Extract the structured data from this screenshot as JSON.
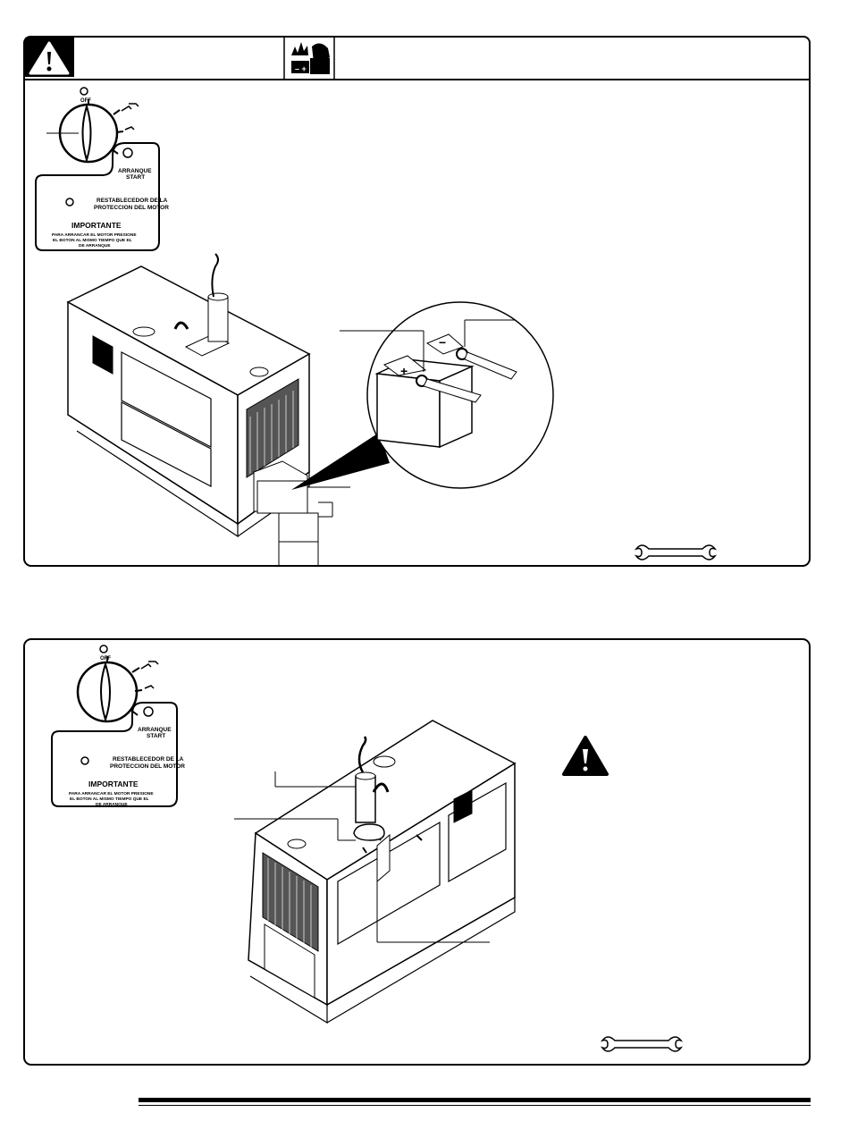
{
  "switch_label": {
    "off": "OFF",
    "start_es": "ARRANQUE",
    "start_en": "START"
  },
  "reset_label": {
    "line1": "RESTABLECEDOR DE LA",
    "line2": "PROTECCION DEL MOTOR"
  },
  "important": {
    "title": "IMPORTANTE",
    "line1": "PARA ARRANCAR EL MOTOR PRESIONE",
    "line2": "EL BOTON AL MISMO TIEMPO QUE EL",
    "line3": "DE ARRANQUE"
  },
  "battery": {
    "minus": "−",
    "plus": "+"
  },
  "icons": {
    "warning": "warning-triangle-icon",
    "hazard": "battery-explosion-hazard-icon",
    "tool": "wrench-icon"
  }
}
